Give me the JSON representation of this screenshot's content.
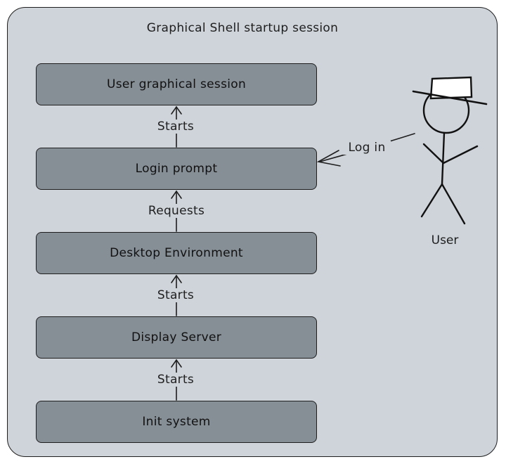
{
  "diagram": {
    "title": "Graphical Shell startup session",
    "boxes": [
      {
        "label": "User graphical session"
      },
      {
        "label": "Login prompt"
      },
      {
        "label": "Desktop Environment"
      },
      {
        "label": "Display Server"
      },
      {
        "label": "Init system"
      }
    ],
    "edges": [
      {
        "from": "Login prompt",
        "to": "User graphical session",
        "label": "Starts"
      },
      {
        "from": "Desktop Environment",
        "to": "Login prompt",
        "label": "Requests"
      },
      {
        "from": "Display Server",
        "to": "Desktop Environment",
        "label": "Starts"
      },
      {
        "from": "Init system",
        "to": "Display Server",
        "label": "Starts"
      },
      {
        "from": "User",
        "to": "Login prompt",
        "label": "Log in"
      }
    ],
    "actor": {
      "label": "User",
      "icon": "stick-figure-with-hat-icon"
    },
    "colors": {
      "container_fill": "#ced4da",
      "box_fill": "#868e96",
      "stroke": "#1e1e1e"
    }
  }
}
